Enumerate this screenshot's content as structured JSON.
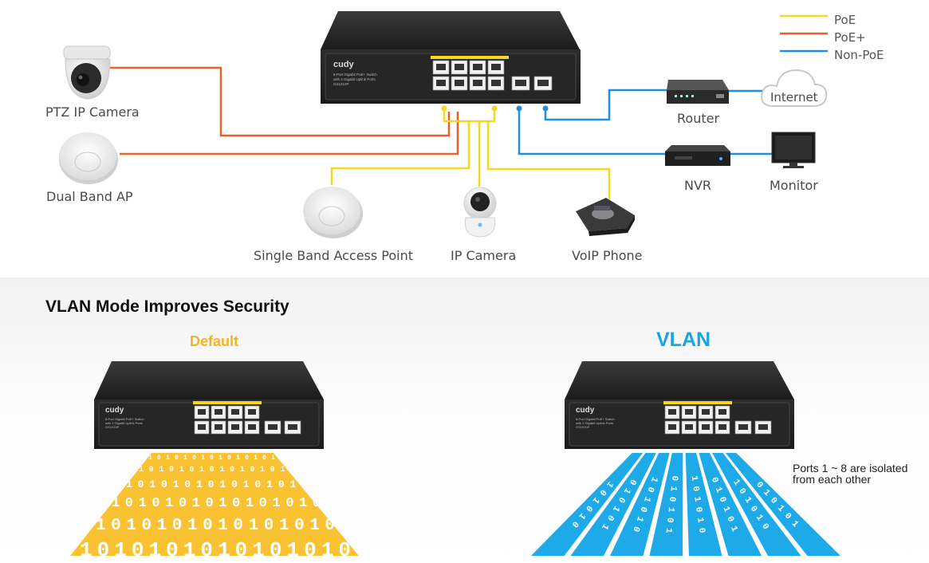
{
  "legend": {
    "poe": {
      "label": "PoE",
      "color": "#f8d81f"
    },
    "poe_plus": {
      "label": "PoE+",
      "color": "#e8602c"
    },
    "non_poe": {
      "label": "Non-PoE",
      "color": "#1e8ee6"
    }
  },
  "devices": {
    "ptz_camera": "PTZ IP Camera",
    "dual_band_ap": "Dual Band AP",
    "single_band_ap": "Single Band Access Point",
    "ip_camera": "IP Camera",
    "voip_phone": "VoIP Phone",
    "router": "Router",
    "internet": "Internet",
    "nvr": "NVR",
    "monitor": "Monitor"
  },
  "switch": {
    "brand": "cudy",
    "line1": "8-Port Gigabit PoE+ Switch",
    "line2": "with 2 Gigabit Uplink Ports",
    "model": "GS1010P"
  },
  "vlan_section": {
    "title": "VLAN Mode Improves Security",
    "default_label": "Default",
    "vlan_label": "VLAN",
    "note": "Ports 1 ~ 8 are isolated\nfrom each other",
    "binary_text": "1 0 1 0 1 0 1 0 1 0 1 0 1 0 1 0",
    "default_color": "#f8c232",
    "vlan_color": "#1eaae8"
  }
}
